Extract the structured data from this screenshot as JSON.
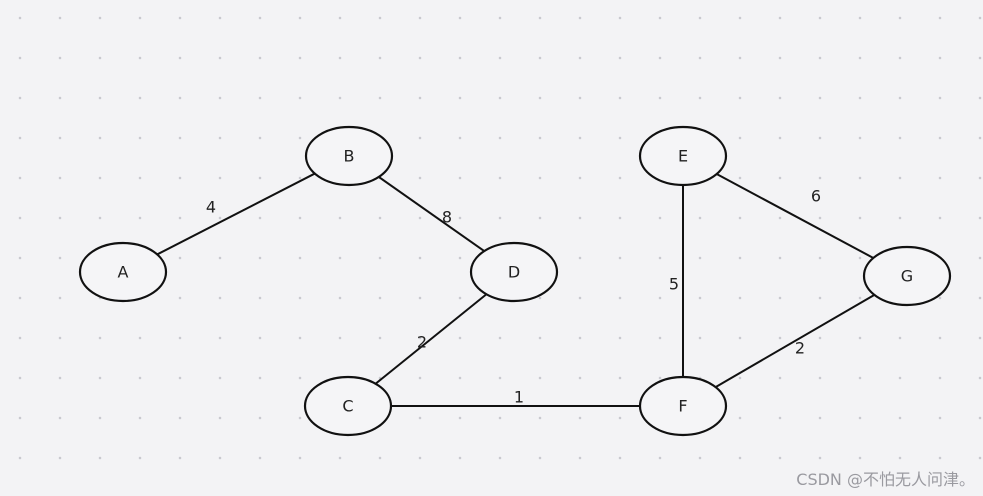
{
  "graph": {
    "nodes": [
      {
        "id": "A",
        "label": "A"
      },
      {
        "id": "B",
        "label": "B"
      },
      {
        "id": "C",
        "label": "C"
      },
      {
        "id": "D",
        "label": "D"
      },
      {
        "id": "E",
        "label": "E"
      },
      {
        "id": "F",
        "label": "F"
      },
      {
        "id": "G",
        "label": "G"
      }
    ],
    "edges": [
      {
        "from": "A",
        "to": "B",
        "weight": "4"
      },
      {
        "from": "B",
        "to": "D",
        "weight": "8"
      },
      {
        "from": "D",
        "to": "C",
        "weight": "2"
      },
      {
        "from": "C",
        "to": "F",
        "weight": "1"
      },
      {
        "from": "E",
        "to": "F",
        "weight": "5"
      },
      {
        "from": "E",
        "to": "G",
        "weight": "6"
      },
      {
        "from": "F",
        "to": "G",
        "weight": "2"
      }
    ]
  },
  "watermark": {
    "text": "CSDN @不怕无人问津。"
  },
  "colors": {
    "background": "#f3f3f5",
    "stroke": "#111111",
    "node_fill": "#f5f5f7"
  }
}
